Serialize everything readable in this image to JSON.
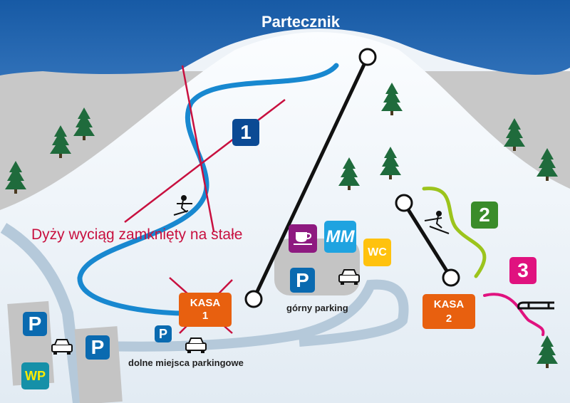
{
  "title": "Partecznik",
  "closed_notice": "Dyży wyciąg zamknięty na stałe",
  "routes": [
    {
      "number": "1",
      "color": "#0b4a94"
    },
    {
      "number": "2",
      "color": "#3a8c2a"
    },
    {
      "number": "3",
      "color": "#e0127f"
    }
  ],
  "ticket_offices": [
    {
      "label": "KASA",
      "number": "1",
      "closed": true
    },
    {
      "label": "KASA",
      "number": "2",
      "closed": false
    }
  ],
  "parking_symbol": "P",
  "services": {
    "mm": "MM",
    "wc": "WC",
    "wp": "WP"
  },
  "upper_parking": "górny parking",
  "lower_parking": "dolne miejsca parkingowe",
  "colors": {
    "sky": "#1e5fa8",
    "slope_blue": "#1888d0",
    "kasa": "#e8600f",
    "parking": "#0a6ab0",
    "closed_red": "#c8103f"
  }
}
